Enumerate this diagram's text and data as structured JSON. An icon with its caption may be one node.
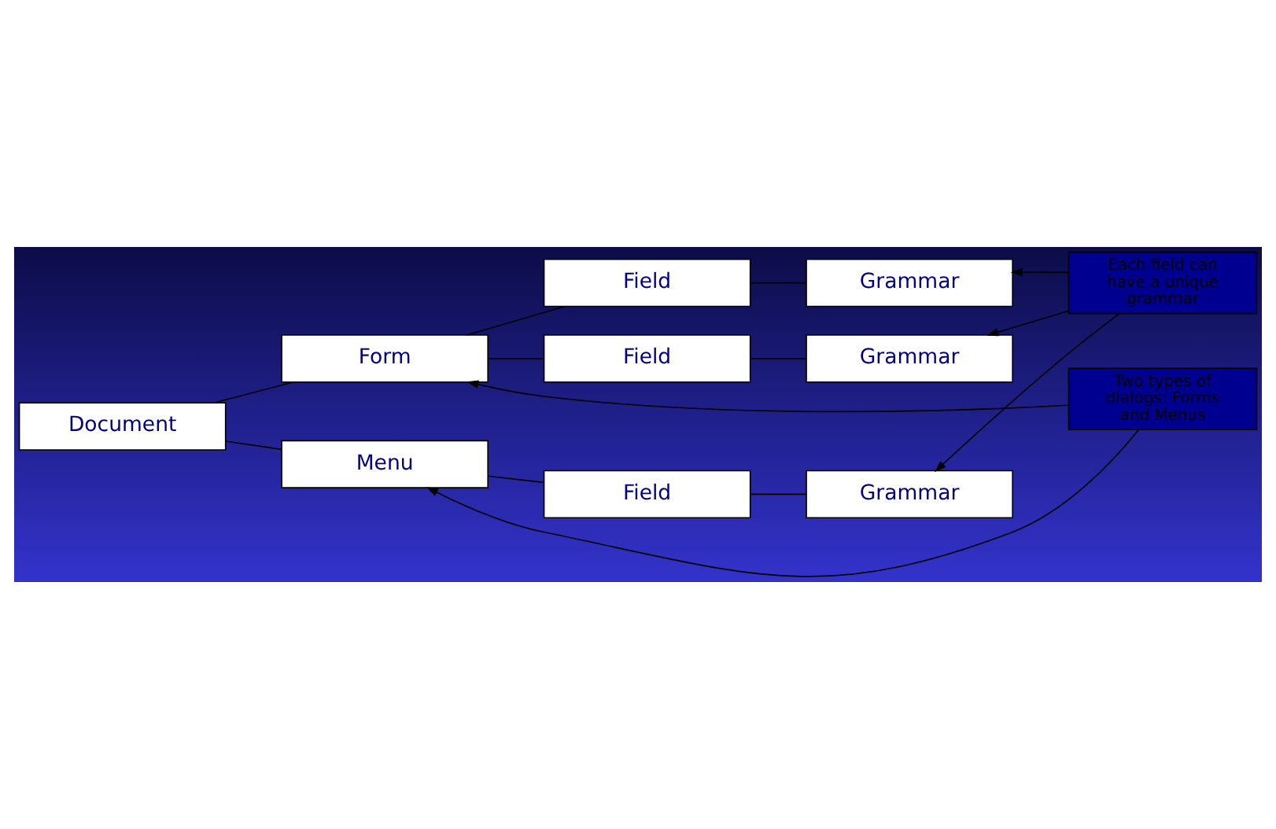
{
  "diagram": {
    "nodes": [
      {
        "text": [
          "Document"
        ]
      },
      {
        "text": [
          "Form"
        ]
      },
      {
        "text": [
          "Field"
        ]
      },
      {
        "text": [
          "Field"
        ]
      },
      {
        "text": [
          "Menu"
        ]
      },
      {
        "text": [
          "Field"
        ]
      },
      {
        "text": [
          "Grammar"
        ]
      },
      {
        "text": [
          "Grammar"
        ]
      },
      {
        "text": [
          "Grammar"
        ]
      },
      {
        "text": [
          "Each field can have a unique grammar"
        ]
      },
      {
        "text": [
          "Two types of dialogs: Forms and Menus"
        ]
      }
    ],
    "edges": [
      {
        "from": 0,
        "to": 1,
        "arrow": "none"
      },
      {
        "from": 0,
        "to": 4,
        "arrow": "none"
      },
      {
        "from": 1,
        "to": 2,
        "arrow": "none"
      },
      {
        "from": 1,
        "to": 3,
        "arrow": "none"
      },
      {
        "from": 4,
        "to": 5,
        "arrow": "none"
      },
      {
        "from": 2,
        "to": 6,
        "arrow": "none"
      },
      {
        "from": 3,
        "to": 7,
        "arrow": "none"
      },
      {
        "from": 5,
        "to": 8,
        "arrow": "none"
      },
      {
        "from": 9,
        "to": 6,
        "arrow": "to"
      },
      {
        "from": 9,
        "to": 7,
        "arrow": "to"
      },
      {
        "from": 9,
        "to": 8,
        "arrow": "to"
      },
      {
        "from": 10,
        "to": 1,
        "arrow": "to"
      },
      {
        "from": 10,
        "to": 4,
        "arrow": "to"
      }
    ]
  }
}
